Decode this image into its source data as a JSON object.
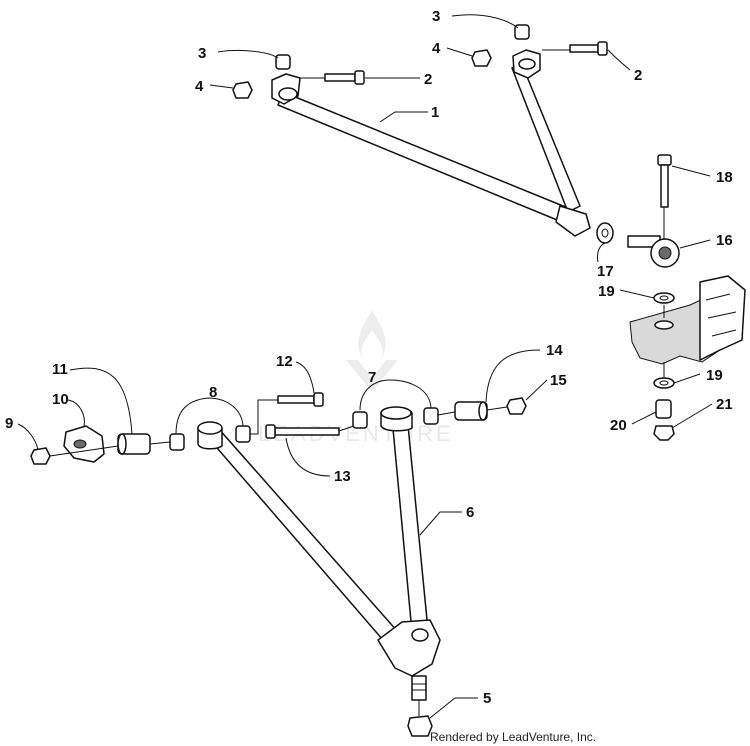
{
  "watermark": {
    "text": "LEADVENTURE"
  },
  "footer": {
    "text": "Rendered by LeadVenture, Inc."
  },
  "callouts": {
    "c1": "1",
    "c2a": "2",
    "c2b": "2",
    "c3a": "3",
    "c3b": "3",
    "c4a": "4",
    "c4b": "4",
    "c5": "5",
    "c6": "6",
    "c7": "7",
    "c8": "8",
    "c9": "9",
    "c10": "10",
    "c11": "11",
    "c12": "12",
    "c13": "13",
    "c14": "14",
    "c15": "15",
    "c16": "16",
    "c17": "17",
    "c18": "18",
    "c19a": "19",
    "c19b": "19",
    "c20": "20",
    "c21": "21"
  }
}
